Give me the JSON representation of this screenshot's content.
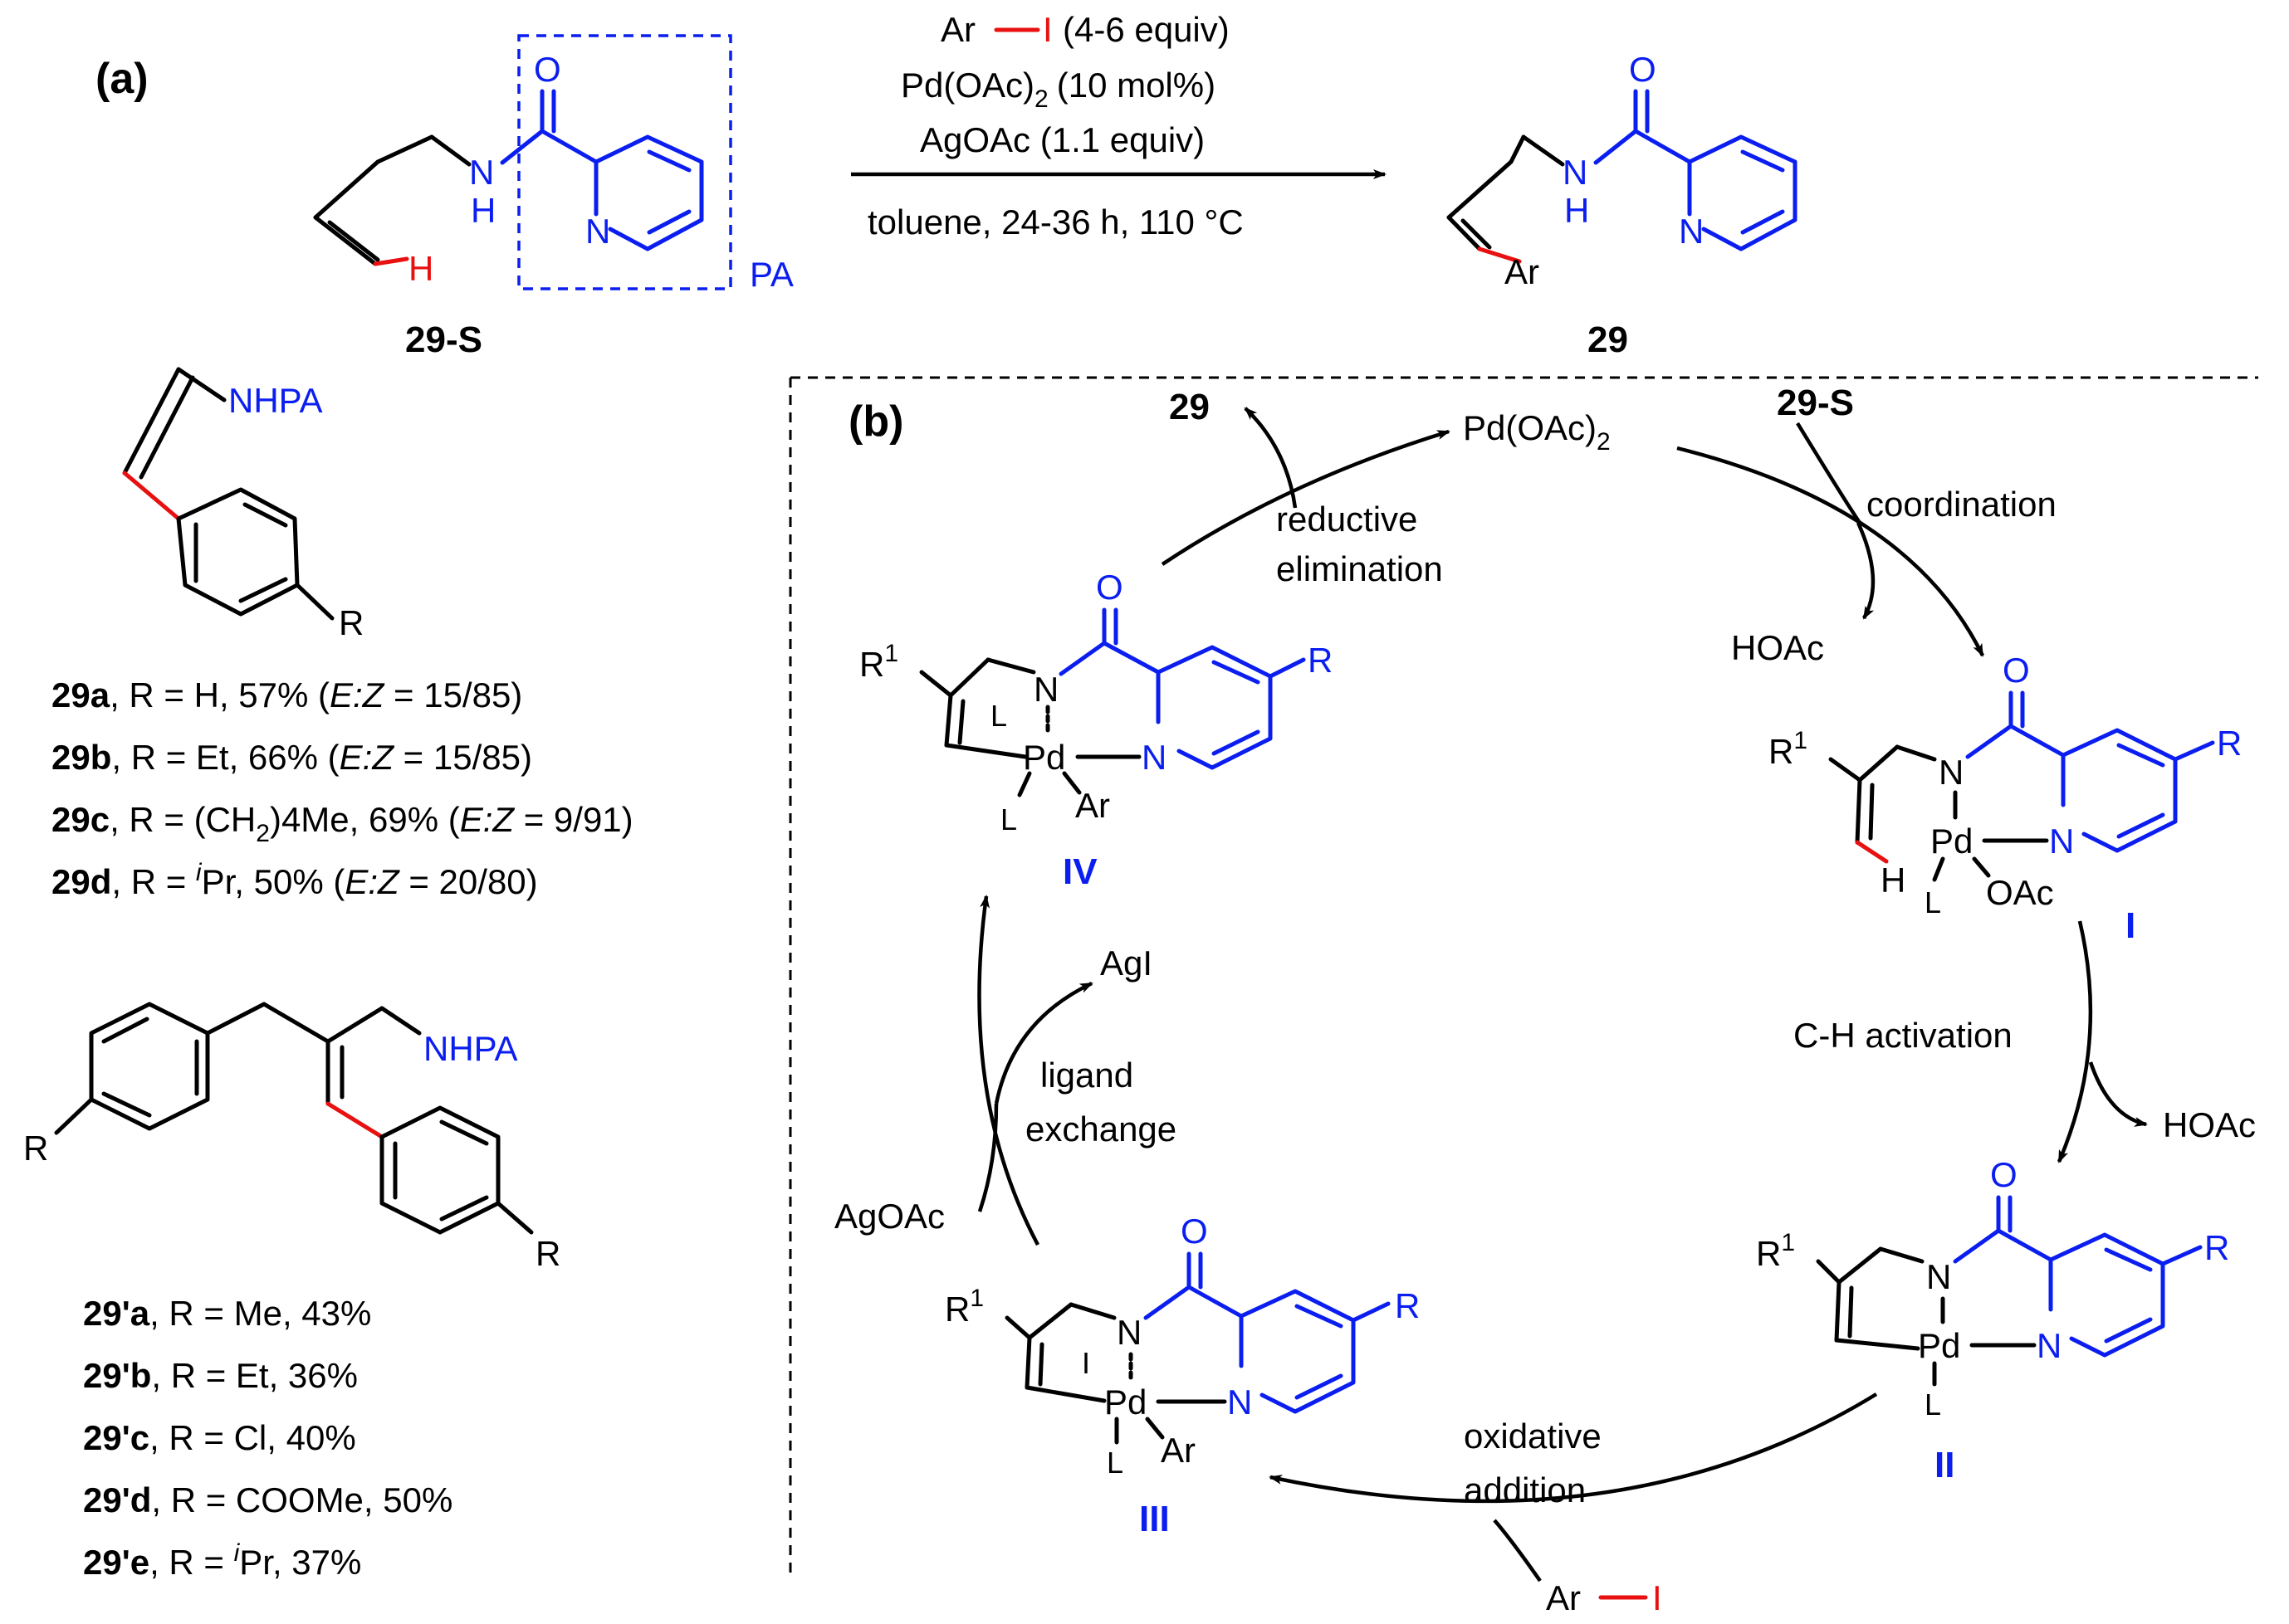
{
  "panel_a": {
    "label": "(a)",
    "substrate": {
      "id": "29-S",
      "o": "O",
      "nh": "N",
      "h_of_nh": "H",
      "n_py": "N",
      "h_vinyl": "H",
      "pa": "PA"
    },
    "conditions": {
      "reagent_ar": "Ar",
      "reagent_i": "I",
      "reagent_equiv": "(4-6 equiv)",
      "catalyst_main": "Pd(OAc)",
      "catalyst_sub": "2",
      "catalyst_load": "(10 mol%)",
      "additive": "AgOAc (1.1 equiv)",
      "solvent": "toluene, 24-36 h, 110 °C"
    },
    "product": {
      "id": "29",
      "o": "O",
      "nh": "N",
      "h_of_nh": "H",
      "n_py": "N",
      "ar": "Ar"
    }
  },
  "series_29": {
    "structure": {
      "nhpa": "NHPA",
      "r": "R"
    },
    "entries": [
      {
        "id": "29a",
        "r": ", R = H, 57% (",
        "ez": "E:Z",
        "ratio": " = 15/85)"
      },
      {
        "id": "29b",
        "r": ", R = Et, 66% (",
        "ez": "E:Z",
        "ratio": " = 15/85)"
      },
      {
        "id": "29c",
        "r_pre": ", R = (CH",
        "r_sub": "2",
        "r_post": ")4Me, 69% (",
        "ez": "E:Z",
        "ratio": " = 9/91)"
      },
      {
        "id": "29d",
        "r_pre": ", R = ",
        "r_sup": "i",
        "r_post": "Pr, 50% (",
        "ez": "E:Z",
        "ratio": " = 20/80)"
      }
    ]
  },
  "series_29p": {
    "structure": {
      "nhpa": "NHPA",
      "r_left": "R",
      "r_right": "R"
    },
    "entries": [
      {
        "id": "29'a",
        "text": ", R = Me, 43%"
      },
      {
        "id": "29'b",
        "text": ", R = Et, 36%"
      },
      {
        "id": "29'c",
        "text": ", R = Cl, 40%"
      },
      {
        "id": "29'd",
        "text": ", R = COOMe, 50%"
      },
      {
        "id": "29'e",
        "pre": ", R = ",
        "sup": "i",
        "post": "Pr, 37%"
      }
    ]
  },
  "panel_b": {
    "label": "(b)",
    "top_left_product": "29",
    "catalyst_main": "Pd(OAc)",
    "catalyst_sub": "2",
    "top_right_substrate": "29-S",
    "steps": {
      "reductive_1": "reductive",
      "reductive_2": "elimination",
      "coordination": "coordination",
      "ch_activation": "C-H activation",
      "oxidative_1": "oxidative",
      "oxidative_2": "addition",
      "ligand_1": "ligand",
      "ligand_2": "exchange"
    },
    "byproducts": {
      "hoac_1": "HOAc",
      "hoac_2": "HOAc",
      "agi": "AgI",
      "agoac": "AgOAc",
      "ar": "Ar",
      "i": "I"
    },
    "intermediates": {
      "I": {
        "label": "I",
        "r1": "R",
        "r1_sup": "1",
        "n": "N",
        "o": "O",
        "r": "R",
        "pd": "Pd",
        "n_py": "N",
        "h": "H",
        "l": "L",
        "oac": "OAc"
      },
      "II": {
        "label": "II",
        "r1": "R",
        "r1_sup": "1",
        "n": "N",
        "o": "O",
        "r": "R",
        "pd": "Pd",
        "n_py": "N",
        "l": "L"
      },
      "III": {
        "label": "III",
        "r1": "R",
        "r1_sup": "1",
        "n": "N",
        "o": "O",
        "r": "R",
        "pd": "Pd",
        "n_py": "N",
        "i": "I",
        "l": "L",
        "ar": "Ar"
      },
      "IV": {
        "label": "IV",
        "r1": "R",
        "r1_sup": "1",
        "n": "N",
        "o": "O",
        "r": "R",
        "pd": "Pd",
        "n_py": "N",
        "l_top": "L",
        "l_bot": "L",
        "ar": "Ar"
      }
    }
  }
}
